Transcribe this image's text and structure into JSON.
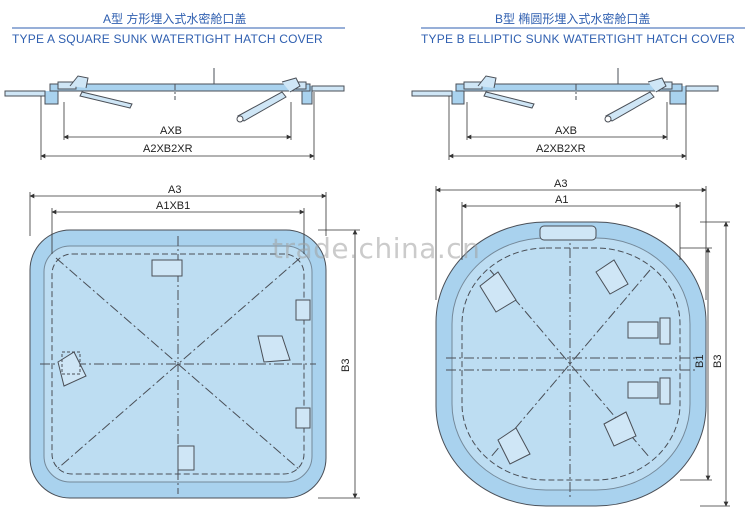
{
  "type_a": {
    "title_cn": "A型    方形埋入式水密舱口盖",
    "title_en": "TYPE A  SQUARE SUNK WATERTIGHT HATCH COVER",
    "dims": {
      "axb": "AXB",
      "a2xb2xr": "A2XB2XR",
      "a3": "A3",
      "a1xb1": "A1XB1",
      "b3": "B3"
    }
  },
  "type_b": {
    "title_cn": "B型    椭圆形埋入式水密舱口盖",
    "title_en": "TYPE B  ELLIPTIC SUNK WATERTIGHT HATCH COVER",
    "dims": {
      "axb": "AXB",
      "a2xb2xr": "A2XB2XR",
      "a3": "A3",
      "a1": "A1",
      "b1": "B1",
      "b3": "B3"
    }
  },
  "watermark": "trade.china.cn",
  "colors": {
    "title": "#2f5fb0",
    "fill": "#a9d2ee",
    "fill_light": "#cfe6f6",
    "line": "#4a4f57"
  }
}
